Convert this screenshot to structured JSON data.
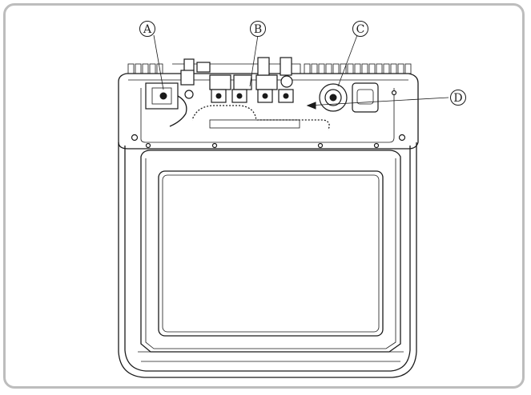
{
  "callouts": {
    "a": {
      "label": "A"
    },
    "b": {
      "label": "B"
    },
    "c": {
      "label": "C"
    },
    "d": {
      "label": "D"
    }
  },
  "colors": {
    "frame": "#bdbdbd",
    "line": "#1a1a1a",
    "background": "#ffffff"
  }
}
